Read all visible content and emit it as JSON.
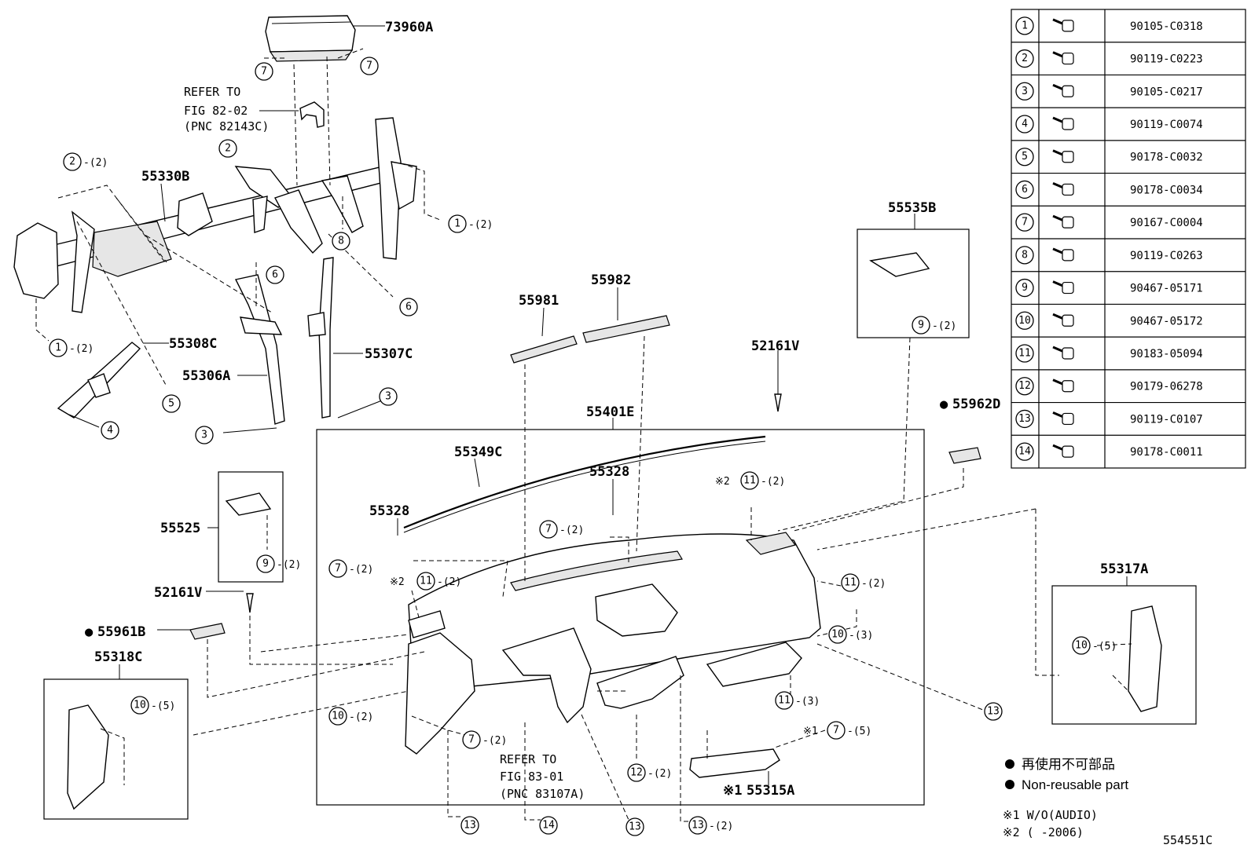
{
  "diagram": {
    "callouts": {
      "p73960A": "73960A",
      "p55330B": "55330B",
      "p55308C": "55308C",
      "p55306A": "55306A",
      "p55307C": "55307C",
      "p55535B": "55535B",
      "p55981": "55981",
      "p55982": "55982",
      "p52161V_a": "52161V",
      "p52161V_b": "52161V",
      "p55401E": "55401E",
      "p55962D": "55962D",
      "p55349C": "55349C",
      "p55328_a": "55328",
      "p55328_b": "55328",
      "p55525": "55525",
      "p55961B": "55961B",
      "p55318C": "55318C",
      "p55317A": "55317A",
      "p55315A": "55315A"
    },
    "references": {
      "ref1_l1": "REFER TO",
      "ref1_l2": "FIG 82-02",
      "ref1_l3": "(PNC 82143C)",
      "ref2_l1": "REFER TO",
      "ref2_l2": "FIG 83-01",
      "ref2_l3": "(PNC 83107A)"
    },
    "marks": {
      "non_reusable": "●",
      "note1": "※1",
      "note2": "※2"
    },
    "quantities": {
      "q2": "-(2)",
      "q3": "-(3)",
      "q5": "-(5)"
    },
    "notes": {
      "legend_jp": "再使用不可部品",
      "legend_en": "Non-reusable part",
      "note1": "※1 W/O(AUDIO)",
      "note2": "※2 (     -2006)",
      "figure_id": "554551C"
    }
  },
  "fastener_table": {
    "rows": [
      {
        "num": "1",
        "part": "90105-C0318"
      },
      {
        "num": "2",
        "part": "90119-C0223"
      },
      {
        "num": "3",
        "part": "90105-C0217"
      },
      {
        "num": "4",
        "part": "90119-C0074"
      },
      {
        "num": "5",
        "part": "90178-C0032"
      },
      {
        "num": "6",
        "part": "90178-C0034"
      },
      {
        "num": "7",
        "part": "90167-C0004"
      },
      {
        "num": "8",
        "part": "90119-C0263"
      },
      {
        "num": "9",
        "part": "90467-05171"
      },
      {
        "num": "10",
        "part": "90467-05172"
      },
      {
        "num": "11",
        "part": "90183-05094"
      },
      {
        "num": "12",
        "part": "90179-06278"
      },
      {
        "num": "13",
        "part": "90119-C0107"
      },
      {
        "num": "14",
        "part": "90178-C0011"
      }
    ]
  }
}
